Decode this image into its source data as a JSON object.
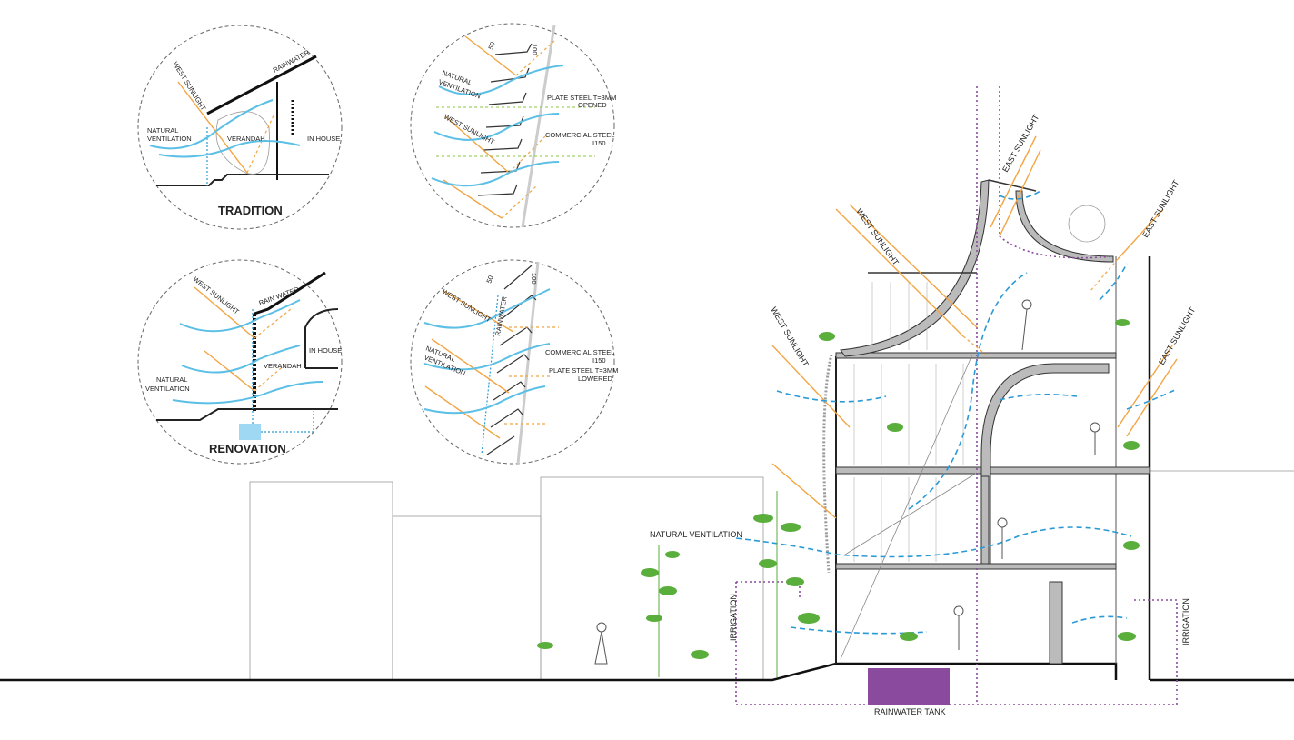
{
  "diagrams": {
    "tradition": {
      "caption": "TRADITION",
      "labels": {
        "rainwater": "RAINWATER",
        "west_sunlight": "WEST SUNLIGHT",
        "natural_ventilation_1": "NATURAL",
        "natural_ventilation_2": "VENTILATION",
        "verandah": "VERANDAH",
        "in_house": "IN HOUSE"
      }
    },
    "louver_opened": {
      "labels": {
        "natural_ventilation_1": "NATURAL",
        "natural_ventilation_2": "VENTILATION",
        "west_sunlight": "WEST SUNLIGHT",
        "plate_steel_1": "PLATE STEEL T=3MM",
        "plate_steel_2": "OPENED",
        "commercial_steel_1": "COMMERCIAL STEEL",
        "commercial_steel_2": "I150",
        "dim_50": "50",
        "dim_100": "100"
      }
    },
    "renovation": {
      "caption": "RENOVATION",
      "labels": {
        "west_sunlight": "WEST SUNLIGHT",
        "rain_water": "RAIN WATER",
        "in_house": "IN HOUSE",
        "verandah": "VERANDAH",
        "natural_ventilation_1": "NATURAL",
        "natural_ventilation_2": "VENTILATION"
      }
    },
    "louver_lowered": {
      "labels": {
        "west_sunlight": "WEST SUNLIGHT",
        "rainwater": "RAINWATER",
        "natural_ventilation_1": "NATURAL",
        "natural_ventilation_2": "VENTILATION",
        "commercial_steel_1": "COMMERCIAL STEEL",
        "commercial_steel_2": "I150",
        "plate_steel_1": "PLATE STEEL T=3MM",
        "plate_steel_2": "LOWERED",
        "dim_50": "50",
        "dim_100": "100"
      }
    }
  },
  "section": {
    "east_sunlight": "EAST SUNLIGHT",
    "west_sunlight": "WEST SUNLIGHT",
    "natural_ventilation": "NATURAL VENTILATION",
    "irrigation": "IRRIGATION",
    "rainwater_tank": "RAINWATER TANK"
  },
  "colors": {
    "sunlight": "#f2a544",
    "ventilation": "#5bbfe6",
    "irrigation": "#8a4b9e",
    "plants": "#5aae3c"
  }
}
